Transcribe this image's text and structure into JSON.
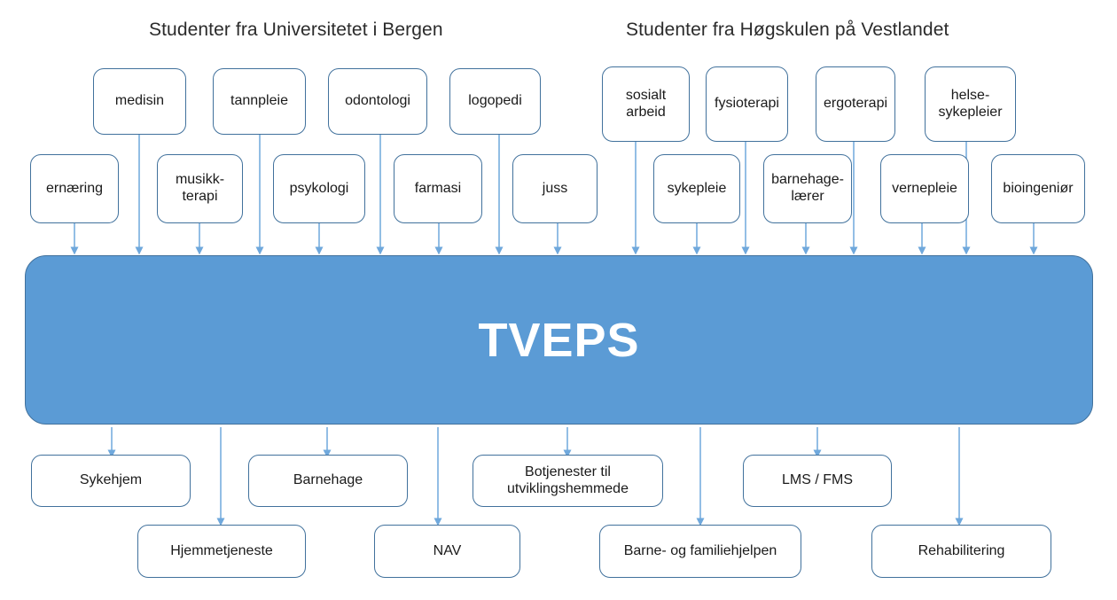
{
  "headings": {
    "left": "Studenter fra Universitetet i Bergen",
    "right": "Studenter fra Høgskulen på Vestlandet"
  },
  "center": {
    "label": "TVEPS",
    "fill": "#5B9BD5",
    "text_color": "#FFFFFF"
  },
  "colors": {
    "box_border": "#41719C",
    "connector": "#6FA8DC",
    "banner": "#5B9BD5",
    "text": "#1A1A1A"
  },
  "uib_students": {
    "upper_row": [
      {
        "label": "medisin"
      },
      {
        "label": "tannpleie"
      },
      {
        "label": "odontologi"
      },
      {
        "label": "logopedi"
      }
    ],
    "lower_row": [
      {
        "label": "ernæring"
      },
      {
        "label": "musikk-\nterapi"
      },
      {
        "label": "psykologi"
      },
      {
        "label": "farmasi"
      },
      {
        "label": "juss"
      }
    ]
  },
  "hvl_students": {
    "upper_row": [
      {
        "label": "sosialt\narbeid"
      },
      {
        "label": "fysioterapi"
      },
      {
        "label": "ergoterapi"
      },
      {
        "label": "helse-\nsykepleier"
      }
    ],
    "lower_row": [
      {
        "label": "sykepleie"
      },
      {
        "label": "barnehage-\nlærer"
      },
      {
        "label": "vernepleie"
      },
      {
        "label": "bioingeniør"
      }
    ]
  },
  "practice_arenas": {
    "upper_row": [
      {
        "label": "Sykehjem"
      },
      {
        "label": "Barnehage"
      },
      {
        "label": "Botjenester til\nutviklingshemmede"
      },
      {
        "label": "LMS / FMS"
      }
    ],
    "lower_row": [
      {
        "label": "Hjemmetjeneste"
      },
      {
        "label": "NAV"
      },
      {
        "label": "Barne- og familiehjelpen"
      },
      {
        "label": "Rehabilitering"
      }
    ]
  }
}
